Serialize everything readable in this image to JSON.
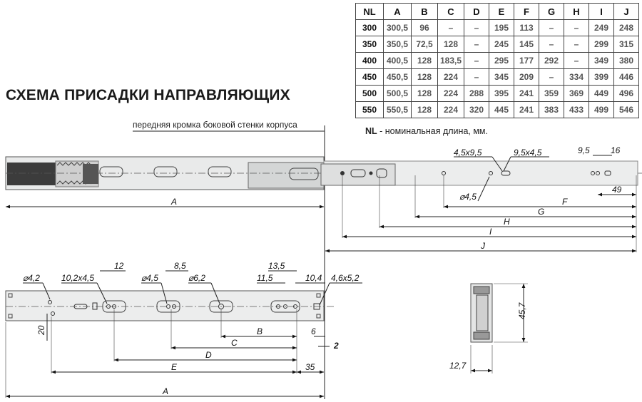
{
  "title": "СХЕМА ПРИСАДКИ НАПРАВЛЯЮЩИХ",
  "front_edge_label": "передняя кромка боковой стенки корпуса",
  "note": {
    "abbr": "NL",
    "text": " - номинальная длина, мм."
  },
  "table": {
    "headers": [
      "NL",
      "A",
      "B",
      "C",
      "D",
      "E",
      "F",
      "G",
      "H",
      "I",
      "J"
    ],
    "rows": [
      [
        "300",
        "300,5",
        "96",
        "–",
        "–",
        "195",
        "113",
        "–",
        "–",
        "249",
        "248"
      ],
      [
        "350",
        "350,5",
        "72,5",
        "128",
        "–",
        "245",
        "145",
        "–",
        "–",
        "299",
        "315"
      ],
      [
        "400",
        "400,5",
        "128",
        "183,5",
        "–",
        "295",
        "177",
        "292",
        "–",
        "349",
        "380"
      ],
      [
        "450",
        "450,5",
        "128",
        "224",
        "–",
        "345",
        "209",
        "–",
        "334",
        "399",
        "446"
      ],
      [
        "500",
        "500,5",
        "128",
        "224",
        "288",
        "395",
        "241",
        "359",
        "369",
        "449",
        "496"
      ],
      [
        "550",
        "550,5",
        "128",
        "224",
        "320",
        "445",
        "241",
        "383",
        "433",
        "499",
        "546"
      ]
    ]
  },
  "top_diagram": {
    "labels": {
      "slot_a": "4,5x9,5",
      "slot_b": "9,5x4,5",
      "hole": "⌀4,5",
      "d95": "9,5",
      "d16": "16",
      "d49": "49",
      "A": "A",
      "F": "F",
      "G": "G",
      "H": "H",
      "I": "I",
      "J": "J"
    }
  },
  "bottom_diagram": {
    "labels": {
      "hole42": "⌀4,2",
      "slot": "10,2x4,5",
      "d12": "12",
      "hole45": "⌀4,5",
      "d85": "8,5",
      "hole62": "⌀6,2",
      "d135": "13,5",
      "d115": "11,5",
      "d104": "10,4",
      "slot2": "4,6x5,2",
      "d20": "20",
      "B": "B",
      "C": "C",
      "D": "D",
      "E": "E",
      "A": "A",
      "d6": "6",
      "d2": "2",
      "d35": "35"
    }
  },
  "profile": {
    "labels": {
      "h": "45,7",
      "w": "12,7"
    }
  }
}
